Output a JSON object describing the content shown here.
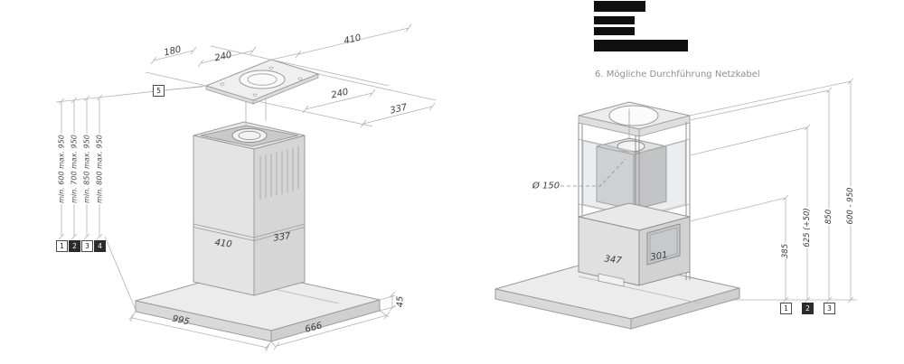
{
  "palette": {
    "background": "#ffffff",
    "outline": "#9a9a9a",
    "dim_line": "#b3b3b3",
    "text": "#3a3a3a",
    "legend_bar": "#101010"
  },
  "legend": {
    "note_6": "6. Mögliche Durchführung Netzkabel"
  },
  "left": {
    "plate_ref_num": "5",
    "dim_410_top": "410",
    "dim_180": "180",
    "dim_240_a": "240",
    "dim_240_b": "240",
    "dim_337_top": "337",
    "dim_body_width": "410",
    "dim_body_depth": "337",
    "dim_base_length": "995",
    "dim_base_depth": "666",
    "dim_base_height": "45",
    "height_options": [
      {
        "num": "1",
        "range": "min. 600 max. 950"
      },
      {
        "num": "2",
        "range": "min. 700 max. 950"
      },
      {
        "num": "3",
        "range": "min. 850 max. 950"
      },
      {
        "num": "4",
        "range": "min. 800 max. 950"
      }
    ]
  },
  "right": {
    "dim_duct": "Ø 150",
    "dim_body_width": "347",
    "dim_body_depth": "301",
    "height_dims": [
      {
        "num": "1",
        "value": "385"
      },
      {
        "num": "2",
        "value": "625 (+50)"
      },
      {
        "num": "3",
        "value": "850"
      },
      {
        "value": "600 - 950"
      }
    ]
  }
}
